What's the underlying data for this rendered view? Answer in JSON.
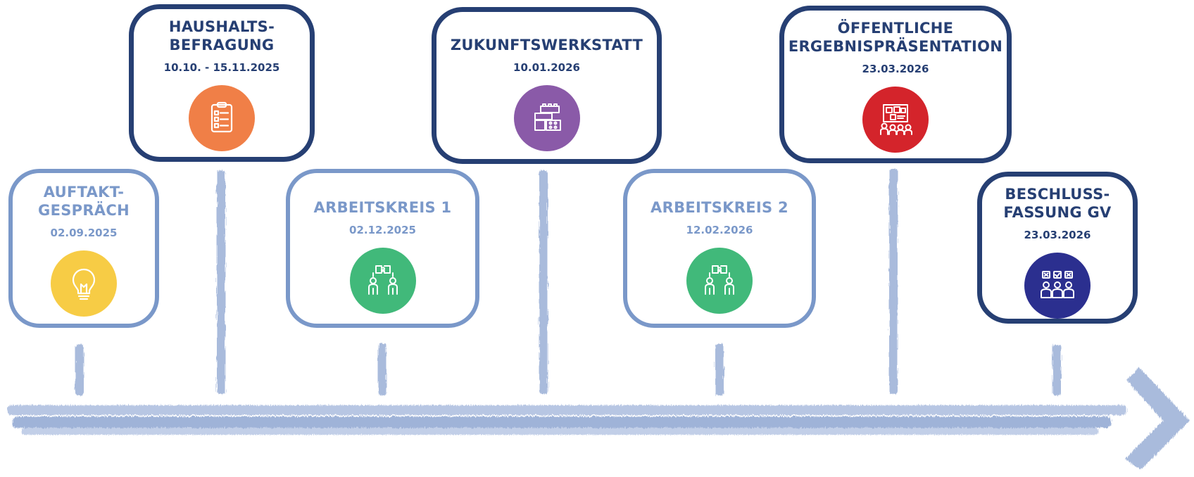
{
  "colors": {
    "timeline": "#9fb3d8",
    "light_border": "#7a98c9",
    "dark_border": "#263f73",
    "yellow": "#f7cc45",
    "orange": "#f07f47",
    "green": "#41b97a",
    "purple": "#8a5aa8",
    "red": "#d4242b",
    "navy": "#2b2f8f"
  },
  "milestones": [
    {
      "title": "Auftakt-\nGespräch",
      "date": "02.09.2025",
      "icon": "lightbulb-icon",
      "icon_color": "#f7cc45",
      "style": "light"
    },
    {
      "title": "Haushalts-\nBefragung",
      "date": "10.10. - 15.11.2025",
      "icon": "clipboard-checklist-icon",
      "icon_color": "#f07f47",
      "style": "dark"
    },
    {
      "title": "Arbeitskreis 1",
      "date": "02.12.2025",
      "icon": "people-collaboration-icon",
      "icon_color": "#41b97a",
      "style": "light"
    },
    {
      "title": "Zukunftswerkstatt",
      "date": "10.01.2026",
      "icon": "building-blocks-icon",
      "icon_color": "#8a5aa8",
      "style": "dark"
    },
    {
      "title": "Arbeitskreis 2",
      "date": "12.02.2026",
      "icon": "people-collaboration-icon",
      "icon_color": "#41b97a",
      "style": "light"
    },
    {
      "title": "Öffentliche\nErgebnispräsentation",
      "date": "23.03.2026",
      "icon": "presentation-board-icon",
      "icon_color": "#d4242b",
      "style": "dark"
    },
    {
      "title": "Beschluss-\nfassung GV",
      "date": "23.03.2026",
      "icon": "voting-people-icon",
      "icon_color": "#2b2f8f",
      "style": "dark"
    }
  ]
}
